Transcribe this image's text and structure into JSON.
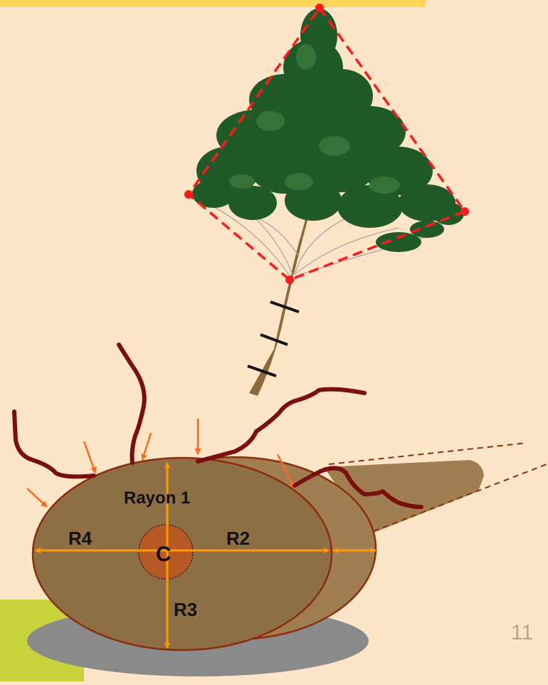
{
  "labels": {
    "rayon1": "Rayon 1",
    "r2": "R2",
    "r3": "R3",
    "r4": "R4",
    "center": "C"
  },
  "page_number": "11",
  "colors": {
    "background": "#fde6c8",
    "top_bar": "#fbd45a",
    "corner_block": "#c8d23c",
    "shadow": "#8a8a8a",
    "stump_face": "#8e6f45",
    "stump_side": "#a07e52",
    "stump_outline": "#8b2e0a",
    "core": "#b85a26",
    "measure": "#ff9900",
    "root": "#7a0f0f",
    "crown_outline": "#ff1a1a",
    "foliage": "#1f5a28",
    "trunk": "#8a6a3a"
  }
}
